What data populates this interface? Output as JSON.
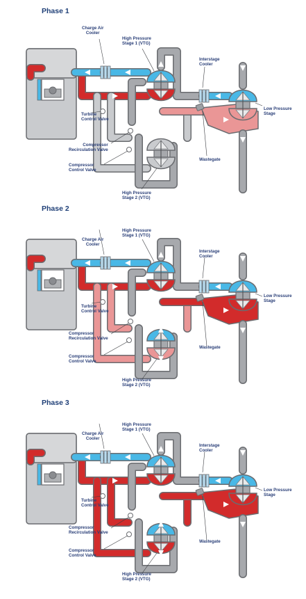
{
  "colors": {
    "cold_air": "#49b8e6",
    "hot_exhaust": "#d22b2b",
    "warm_exhaust": "#ea9696",
    "pipe": "#a7a9ad",
    "pipe_inner": "#c9cbce",
    "outline": "#6a6c70",
    "label_text": "#2a3f78"
  },
  "labels": {
    "charge_air_cooler": [
      "Charge Air",
      "Cooler"
    ],
    "hp_stage1": [
      "High Pressure",
      "Stage 1 (VTG)"
    ],
    "interstage_cooler": [
      "Interstage",
      "Cooler"
    ],
    "low_pressure_stage": [
      "Low Pressure",
      "Stage"
    ],
    "turbine_control_valve": [
      "Turbine",
      "Control Valve"
    ],
    "compressor_recirculation_valve": [
      "Compressor",
      "Recirculation Valve"
    ],
    "compressor_control_valve": [
      "Compressor",
      "Control Valve"
    ],
    "wastegate": [
      "Wastegate"
    ],
    "hp_stage2": [
      "High Pressure",
      "Stage 2 (VTG)"
    ]
  },
  "phases": [
    {
      "title": "Phase 1",
      "stage2_compressor": "#c9cbce",
      "stage2_turbine": "#c9cbce",
      "stage2_link": "#c9cbce",
      "wastegate_flow": "#ea9696",
      "lp_turbine": "#ea9696",
      "stage2_active": false
    },
    {
      "title": "Phase 2",
      "stage2_compressor": "#49b8e6",
      "stage2_turbine": "#ea9696",
      "stage2_link": "#ea9696",
      "wastegate_flow": "#d22b2b",
      "lp_turbine": "#d22b2b",
      "stage2_active": true
    },
    {
      "title": "Phase 3",
      "stage2_compressor": "#49b8e6",
      "stage2_turbine": "#d22b2b",
      "stage2_link": "#d22b2b",
      "wastegate_flow": "#d22b2b",
      "lp_turbine": "#d22b2b",
      "stage2_active": true
    }
  ]
}
